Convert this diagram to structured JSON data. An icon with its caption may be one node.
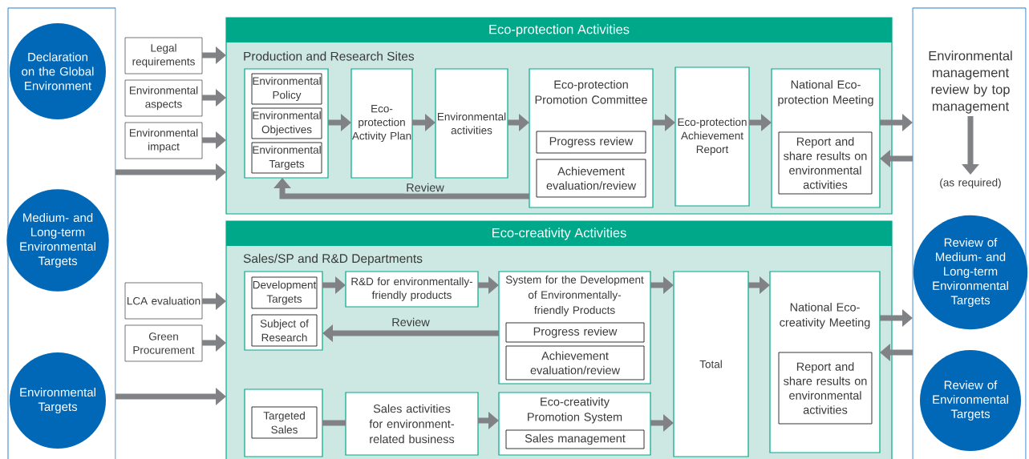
{
  "diagram": {
    "nodes": [
      {
        "text": [],
        "shape": "box"
      },
      {
        "text": [
          "Declaration on the Global Environment"
        ],
        "in": 0
      },
      {
        "text": [
          "Medium- and Long-term Environmental Targets"
        ],
        "in": 0
      },
      {
        "text": [
          "Environmental Targets"
        ],
        "in": 0
      },
      {
        "text": [
          "Legal requirements"
        ]
      },
      {
        "text": [
          "Environmental aspects"
        ]
      },
      {
        "text": [
          "Environmental impact"
        ]
      },
      {
        "text": [
          "Eco-protection Activities",
          "Production and Research Sites"
        ]
      },
      {
        "text": [],
        "shape": "box",
        "in": 7
      },
      {
        "text": [
          "Environmental Policy"
        ],
        "in": 8
      },
      {
        "text": [
          "Environmental Objectives"
        ],
        "in": 8
      },
      {
        "text": [
          "Environmental Targets"
        ],
        "in": 8
      },
      {
        "text": [
          "Eco-protection Activity Plan"
        ],
        "in": 7
      },
      {
        "text": [
          "Environmental activities"
        ],
        "in": 7
      },
      {
        "text": [
          "Eco-protection Promotion Committee"
        ],
        "in": 7
      },
      {
        "text": [
          "Progress review"
        ],
        "in": 14
      },
      {
        "text": [
          "Achievement evaluation/review"
        ],
        "in": 14
      },
      {
        "text": [
          "Eco-protection Achievement Report"
        ],
        "in": 7
      },
      {
        "text": [
          "National Eco-protection Meeting"
        ],
        "in": 7
      },
      {
        "text": [
          "Report and share results on environmental activities"
        ],
        "in": 18
      },
      {
        "text": [],
        "shape": "box"
      },
      {
        "text": [
          "Environmental management review by top management"
        ],
        "in": 20
      },
      {
        "text": [
          "(as required)"
        ],
        "in": 20
      },
      {
        "text": [
          "Review of Medium- and Long-term Environmental Targets"
        ],
        "in": 20
      },
      {
        "text": [
          "Review of Environmental Targets"
        ],
        "in": 20
      },
      {
        "text": [
          "LCA evaluation"
        ]
      },
      {
        "text": [
          "Green Procurement"
        ]
      },
      {
        "text": [
          "Eco-creativity Activities",
          "Sales/SP and R&D Departments"
        ]
      },
      {
        "text": [],
        "shape": "box",
        "in": 27
      },
      {
        "text": [
          "Development Targets"
        ],
        "in": 28
      },
      {
        "text": [
          "Subject of Research"
        ],
        "in": 28
      },
      {
        "text": [
          "R&D for environmentally-friendly products"
        ],
        "in": 27
      },
      {
        "text": [
          "System for the Development of Environmentally-friendly Products"
        ],
        "in": 27
      },
      {
        "text": [
          "Progress review"
        ],
        "in": 32
      },
      {
        "text": [
          "Achievement evaluation/review"
        ],
        "in": 32
      },
      {
        "text": [
          "Total"
        ],
        "in": 27
      },
      {
        "text": [
          "National Eco-creativity Meeting"
        ],
        "in": 27
      },
      {
        "text": [
          "Report and share results on environmental activities"
        ],
        "in": 36
      },
      {
        "text": [],
        "shape": "box",
        "in": 27
      },
      {
        "text": [
          "Targeted Sales"
        ],
        "in": 38
      },
      {
        "text": [
          "Sales activities for environment-related business"
        ],
        "in": 27
      },
      {
        "text": [
          "Eco-creativity Promotion System"
        ],
        "in": 27
      },
      {
        "text": [
          "Sales management"
        ],
        "in": 41
      }
    ],
    "edges": [
      {
        "from": 4,
        "to": 7,
        "arrow": "to"
      },
      {
        "from": 5,
        "to": 7,
        "arrow": "to"
      },
      {
        "from": 6,
        "to": 7,
        "arrow": "to"
      },
      {
        "from": 0,
        "to": 7,
        "arrow": "to"
      },
      {
        "from": 8,
        "to": 12,
        "arrow": "to"
      },
      {
        "from": 12,
        "to": 13,
        "arrow": "to"
      },
      {
        "from": 13,
        "to": 14,
        "arrow": "to"
      },
      {
        "from": 14,
        "to": 17,
        "arrow": "to"
      },
      {
        "from": 17,
        "to": 18,
        "arrow": "to"
      },
      {
        "from": 18,
        "to": 20,
        "arrow": "to"
      },
      {
        "from": 20,
        "to": 18,
        "arrow": "to"
      },
      {
        "from": 14,
        "to": 8,
        "arrow": "to",
        "label": "Review"
      },
      {
        "from": 21,
        "to": 22,
        "arrow": "to"
      },
      {
        "from": 25,
        "to": 27,
        "arrow": "to"
      },
      {
        "from": 26,
        "to": 27,
        "arrow": "to"
      },
      {
        "from": 0,
        "to": 27,
        "arrow": "to"
      },
      {
        "from": 28,
        "to": 31,
        "arrow": "to"
      },
      {
        "from": 31,
        "to": 32,
        "arrow": "to"
      },
      {
        "from": 32,
        "to": 28,
        "arrow": "to",
        "label": "Review"
      },
      {
        "from": 32,
        "to": 35,
        "arrow": "to"
      },
      {
        "from": 35,
        "to": 36,
        "arrow": "to"
      },
      {
        "from": 36,
        "to": 20,
        "arrow": "to"
      },
      {
        "from": 20,
        "to": 36,
        "arrow": "to"
      },
      {
        "from": 38,
        "to": 40,
        "arrow": "none"
      },
      {
        "from": 40,
        "to": 41,
        "arrow": "to"
      },
      {
        "from": 41,
        "to": 35,
        "arrow": "to"
      }
    ]
  }
}
